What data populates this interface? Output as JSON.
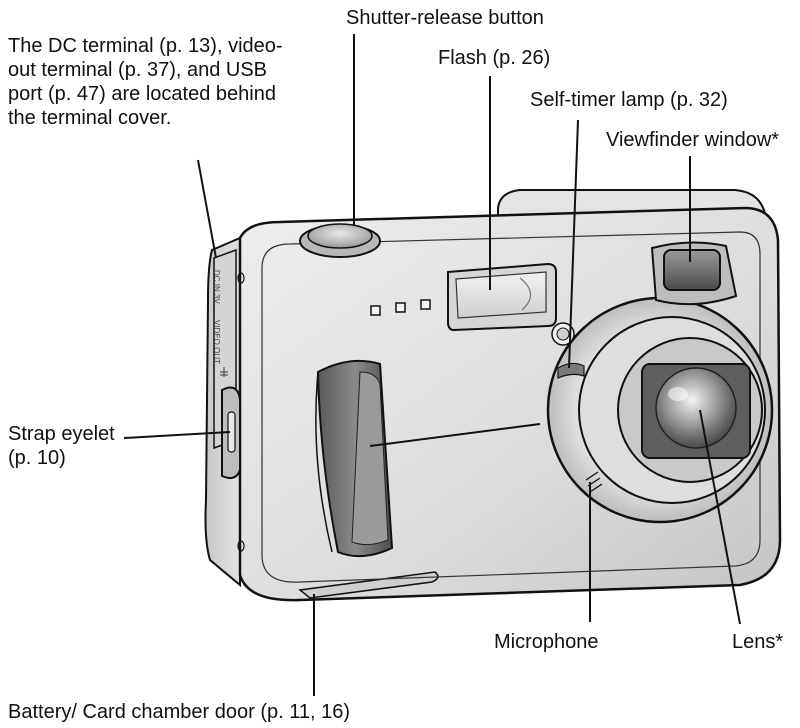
{
  "labels": {
    "shutter": "Shutter-release button",
    "flash": "Flash (p. 26)",
    "dc_terminal": "The DC terminal (p. 13), video-\nout terminal (p. 37), and USB\nport (p. 47) are located behind\nthe terminal cover.",
    "self_timer": "Self-timer lamp (p. 32)",
    "viewfinder": "Viewfinder window*",
    "strap": "Strap eyelet\n(p. 10)",
    "microphone": "Microphone",
    "lens": "Lens*",
    "battery": "Battery/ Card chamber door (p. 11, 16)"
  },
  "side_panel_text": {
    "dc_in": "DC IN 3V",
    "video_out": "VIDEO OUT"
  }
}
